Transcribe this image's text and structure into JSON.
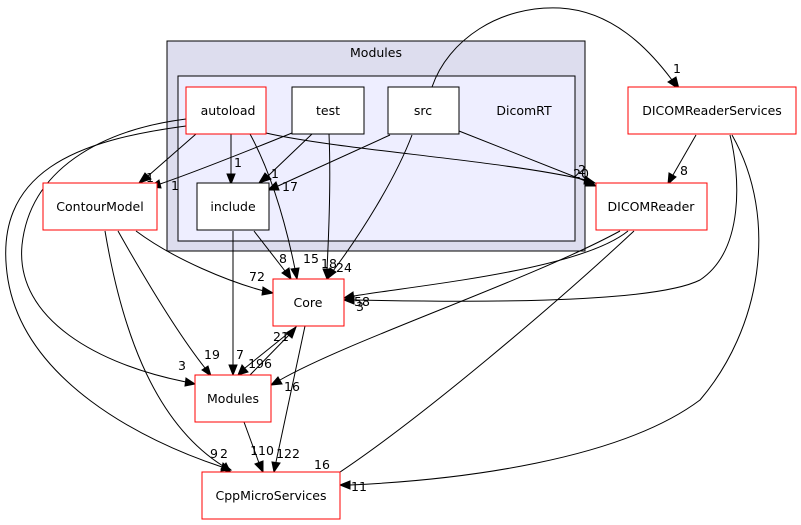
{
  "clusters": {
    "outer_label": "Modules",
    "inner_label": "DicomRT",
    "outer_fill": "#ddddee",
    "inner_fill": "#eeeeff"
  },
  "nodes": {
    "autoload": "autoload",
    "test": "test",
    "src": "src",
    "include": "include",
    "contour_model": "ContourModel",
    "dicom_reader_services": "DICOMReaderServices",
    "dicom_reader": "DICOMReader",
    "core": "Core",
    "modules": "Modules",
    "cpp_micro_services": "CppMicroServices"
  },
  "edge_labels": {
    "src_to_drs": "1",
    "autoload_to_include": "1",
    "test_to_include": "1",
    "src_to_include": "17",
    "autoload_to_contour": "1",
    "test_to_contour": "1",
    "autoload_to_dicomreader": "2",
    "src_to_dicomreader": "20",
    "drs_to_dicomreader": "8",
    "include_to_core": "8",
    "autoload_to_core": "15",
    "test_to_core": "18",
    "src_to_core": "24",
    "contour_to_core": "72",
    "drs_to_core": "3",
    "dicomreader_to_core": "58",
    "core_to_modules": "196",
    "modules_to_core": "21",
    "contour_to_modules": "19",
    "include_to_modules": "7",
    "autoload_to_modules": "3",
    "dicomreader_to_modules": "16",
    "contour_to_cpp": "9",
    "autoload_to_cpp": "2",
    "modules_to_cpp": "110",
    "core_to_cpp": "122",
    "dicomreader_to_cpp": "16",
    "drs_to_cpp": "11"
  }
}
